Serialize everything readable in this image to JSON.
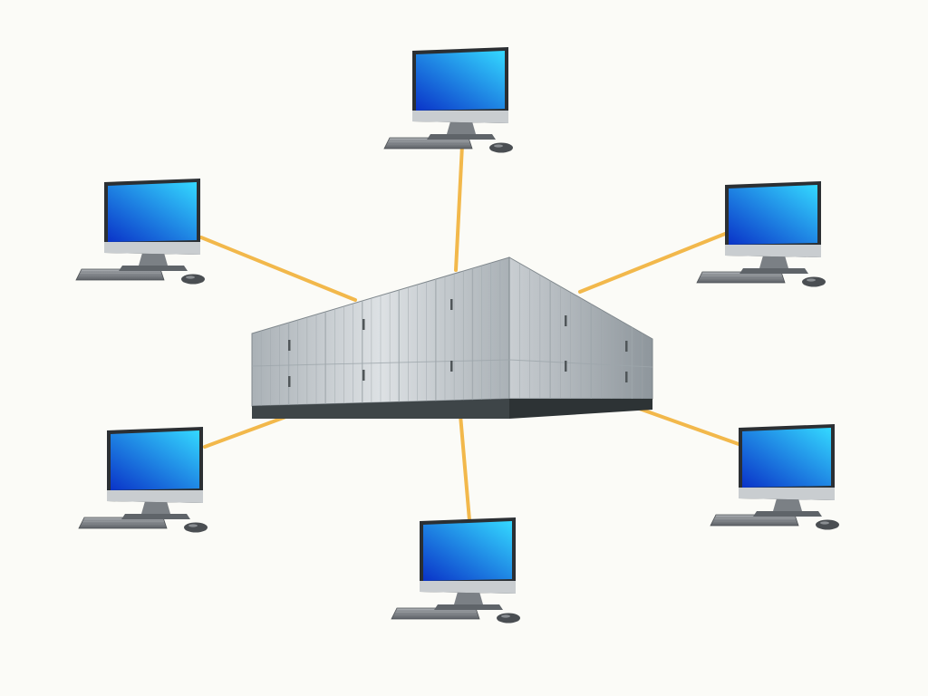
{
  "diagram": {
    "topology": "star",
    "hub": {
      "icon": "storage-array-icon",
      "colors": {
        "front_light": "#dde1e4",
        "front_dark": "#aab1b6",
        "side_light": "#c9ced2",
        "side_dark": "#8e969c",
        "base": "#3e4548",
        "panel_line": "#9ea6ab",
        "latch": "#505659"
      }
    },
    "nodes": [
      {
        "id": "top",
        "icon": "desktop-computer-icon"
      },
      {
        "id": "upper-left",
        "icon": "desktop-computer-icon"
      },
      {
        "id": "upper-right",
        "icon": "desktop-computer-icon"
      },
      {
        "id": "lower-left",
        "icon": "desktop-computer-icon"
      },
      {
        "id": "lower-right",
        "icon": "desktop-computer-icon"
      },
      {
        "id": "bottom",
        "icon": "desktop-computer-icon"
      }
    ],
    "link_count": 6,
    "colors": {
      "background": "#fbfbf7",
      "link": "#f2b84b",
      "screen_light": "#34d9ff",
      "screen_dark": "#0a33c8",
      "bezel": "#2b2f33",
      "bezel_chin": "#c9cdd0",
      "stand": "#7b8085",
      "keyboard": "#aeb2b6",
      "keyboard_dark": "#5d6166",
      "mouse": "#4a4e52"
    }
  }
}
